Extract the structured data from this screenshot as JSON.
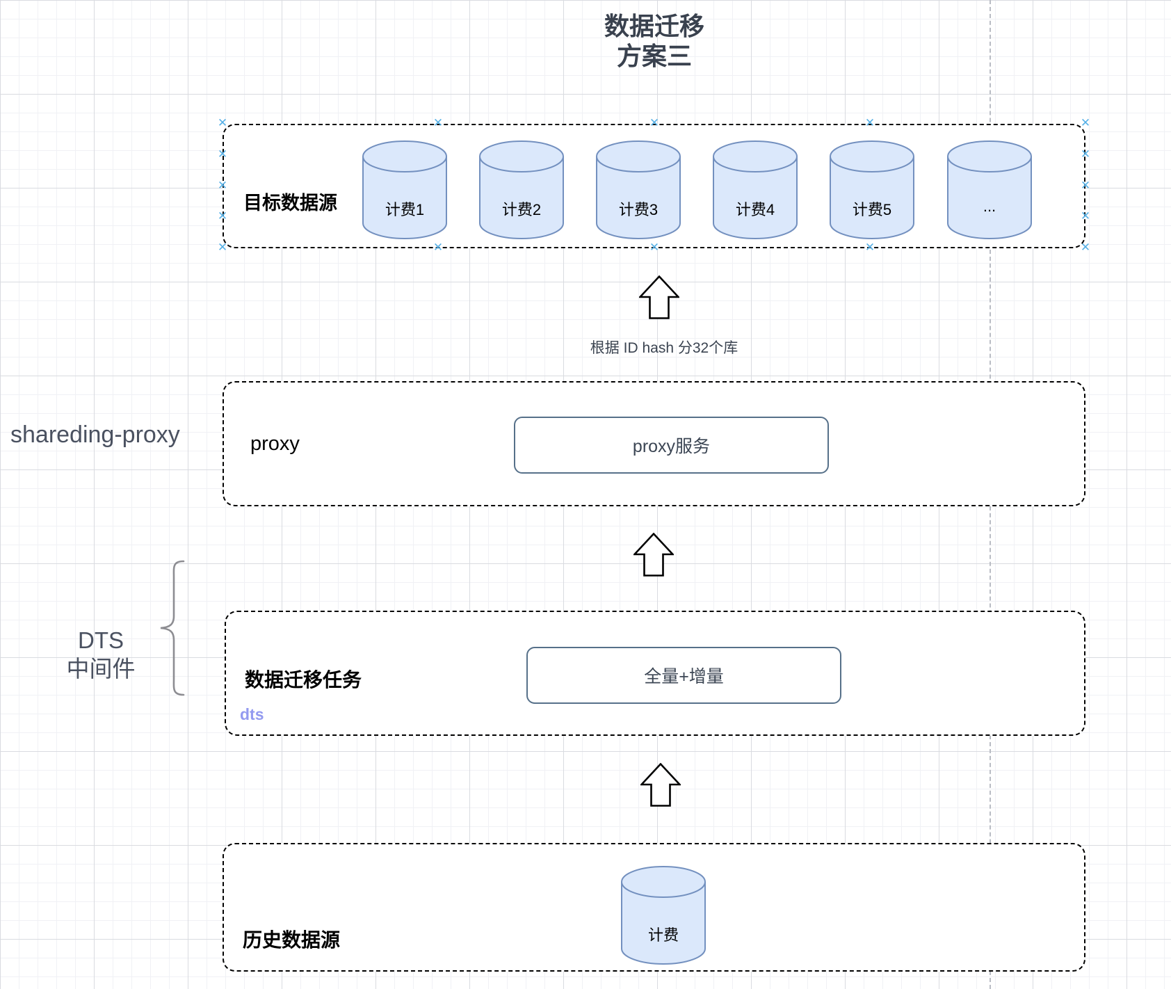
{
  "title": {
    "line1": "数据迁移",
    "line2": "方案三"
  },
  "icons": {
    "connection_point": "✕",
    "up_arrow_name": "block-arrow-up-icon"
  },
  "colors": {
    "cylinder_fill": "#dbe8fb",
    "cylinder_stroke": "#7390bf",
    "inner_box_stroke": "#567089",
    "dashed_box_stroke": "#000000",
    "connection_handle": "#56b0e6",
    "dts_tag": "#939af0",
    "side_label_text": "#4a5160",
    "title_text": "#39414e",
    "page_boundary_line": "#b9bcc4"
  },
  "target": {
    "label": "目标数据源",
    "cylinders": [
      {
        "label": "计费1"
      },
      {
        "label": "计费2"
      },
      {
        "label": "计费3"
      },
      {
        "label": "计费4"
      },
      {
        "label": "计费5"
      },
      {
        "label": "..."
      }
    ]
  },
  "arrows": {
    "hash_caption": "根据 ID hash 分32个库"
  },
  "proxy": {
    "side_label": "shareding-proxy",
    "label": "proxy",
    "service_box": "proxy服务"
  },
  "dts": {
    "side_label_line1": "DTS",
    "side_label_line2": "中间件",
    "label": "数据迁移任务",
    "task_box": "全量+增量",
    "tag": "dts"
  },
  "source": {
    "label": "历史数据源",
    "cylinder_label": "计费"
  }
}
